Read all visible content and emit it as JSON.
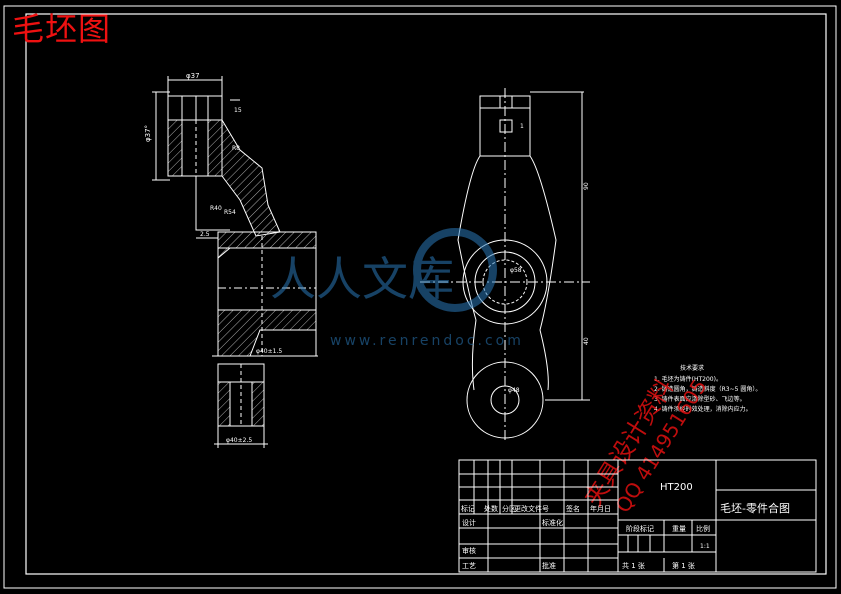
{
  "corner_title": "毛坯图",
  "watermark": {
    "brand": "人人文库",
    "url": "www.renrendoc.com"
  },
  "stamp": {
    "line1": "夹具设计资料",
    "line2": "QQ 414951605"
  },
  "tech_req": {
    "title": "技术要求",
    "items": [
      "1. 毛坯为铸件(HT200)。",
      "2. 铸造圆角，铸造斜度（R3~5 圆角）。",
      "3. 铸件表面应清除型砂、飞边等。",
      "4. 铸件须经时效处理，消除内应力。"
    ]
  },
  "dims": {
    "top_width": "φ37",
    "left_height": "φ37°",
    "top_small": "15",
    "r1": "R8",
    "r2": "R40",
    "r3": "R54",
    "left_offset": "2.5",
    "hub_dim": "φ40±1.5",
    "bottom_dim": "φ40±2.5",
    "right_upper": "90",
    "right_lower": "40",
    "circle_label": "φ58",
    "bottom_circle_label": "φ48",
    "slot_label": "1"
  },
  "title_block": {
    "material": "HT200",
    "drawing_name": "毛坯-零件合图",
    "headers": [
      "标记",
      "处数",
      "分区",
      "更改文件号",
      "签名",
      "年月日"
    ],
    "design": "设计",
    "standardize": "标准化",
    "review": "审核",
    "process": "工艺",
    "approve": "批准",
    "stage_mark": "阶段标记",
    "weight": "重量",
    "scale": "比例",
    "scale_value": "1:1",
    "sheets_total": "共 1 张",
    "sheet_no": "第 1 张"
  }
}
